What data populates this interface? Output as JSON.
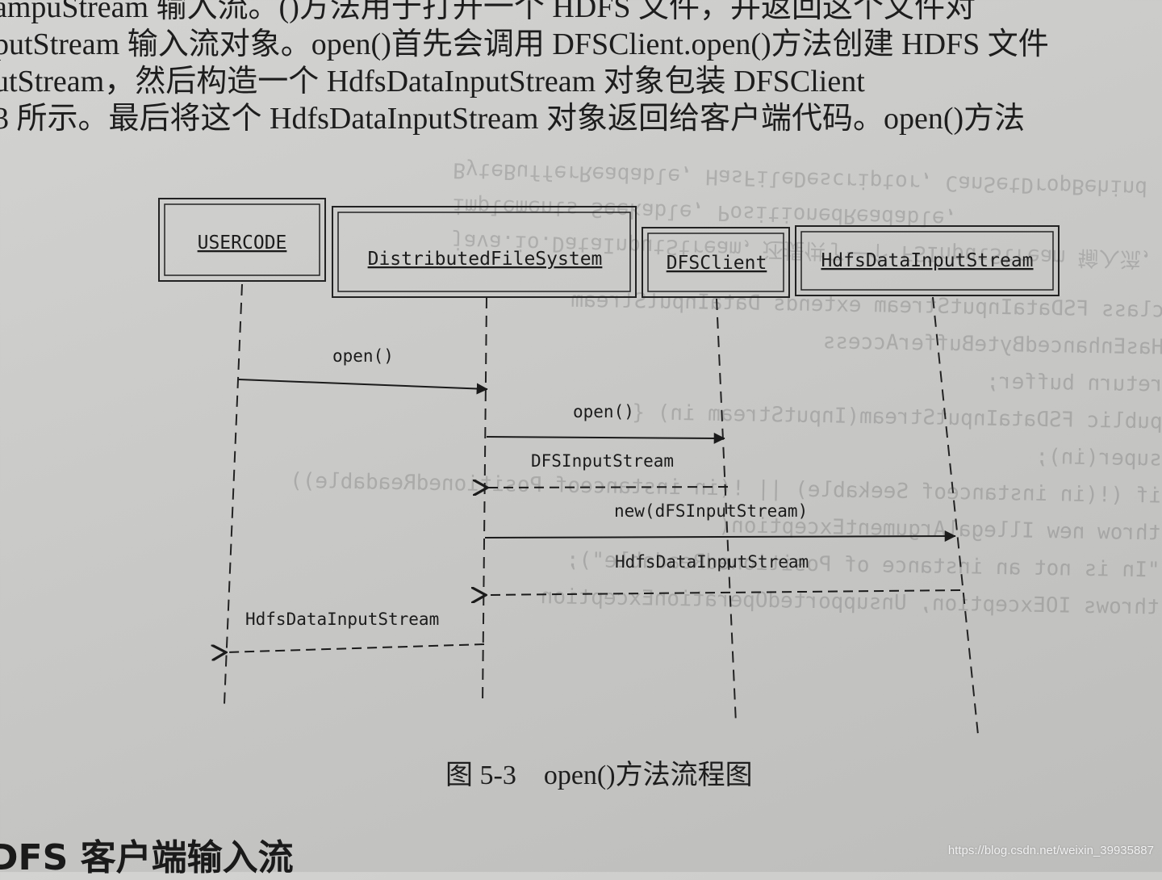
{
  "paragraph": {
    "lines": [
      "ampuStream 输入流。()方法用于打开一个 HDFS 文件，并返回这个文件对",
      "putStream 输入流对象。open()首先会调用 DFSClient.open()方法创建 HDFS 文件",
      "utStream，然后构造一个 HdfsDataInputStream 对象包装 DFSClient",
      "3 所示。最后将这个 HdfsDataInputStream 对象返回给客户端代码。open()方法"
    ]
  },
  "bleed_through_lines": [
    "java.io.DataInputStream，还提供了一个 FSInputStream 输入流，提供了",
    "class FSDataInputStream extends DataInputStream",
    "implements Seekable, PositionedReadable,",
    "ByteBufferReadable, HasFileDescriptor, CanSetDropBehind",
    "HasEnhancedByteBufferAccess",
    "return buffer;",
    "public FSDataInputStream(InputStream in) {",
    "super(in);",
    "if (!(in instanceof Seekable) || !(in instanceof PositionedReadable))",
    "throw new IllegalArgumentException(",
    "\"In is not an instance of PositionedReadable\");",
    "throws IOException, UnsupportedOperationException"
  ],
  "diagram": {
    "participants": [
      "USERCODE",
      "DistributedFileSystem",
      "DFSClient",
      "HdfsDataInputStream"
    ],
    "messages": [
      {
        "label": "open()",
        "from": 0,
        "to": 1,
        "kind": "call"
      },
      {
        "label": "open()",
        "from": 1,
        "to": 2,
        "kind": "call"
      },
      {
        "label": "DFSInputStream",
        "from": 2,
        "to": 1,
        "kind": "return"
      },
      {
        "label": "new(dFSInputStream)",
        "from": 1,
        "to": 3,
        "kind": "call"
      },
      {
        "label": "HdfsDataInputStream",
        "from": 3,
        "to": 1,
        "kind": "return"
      },
      {
        "label": "HdfsDataInputStream",
        "from": 1,
        "to": 0,
        "kind": "return"
      }
    ]
  },
  "caption": {
    "number": "图 5-3",
    "title": "open()方法流程图"
  },
  "section_heading": "DFS 客户端输入流",
  "watermark": "https://blog.csdn.net/weixin_39935887",
  "colors": {
    "paper": "#cbcbc9",
    "ink": "#1b1b1b"
  }
}
